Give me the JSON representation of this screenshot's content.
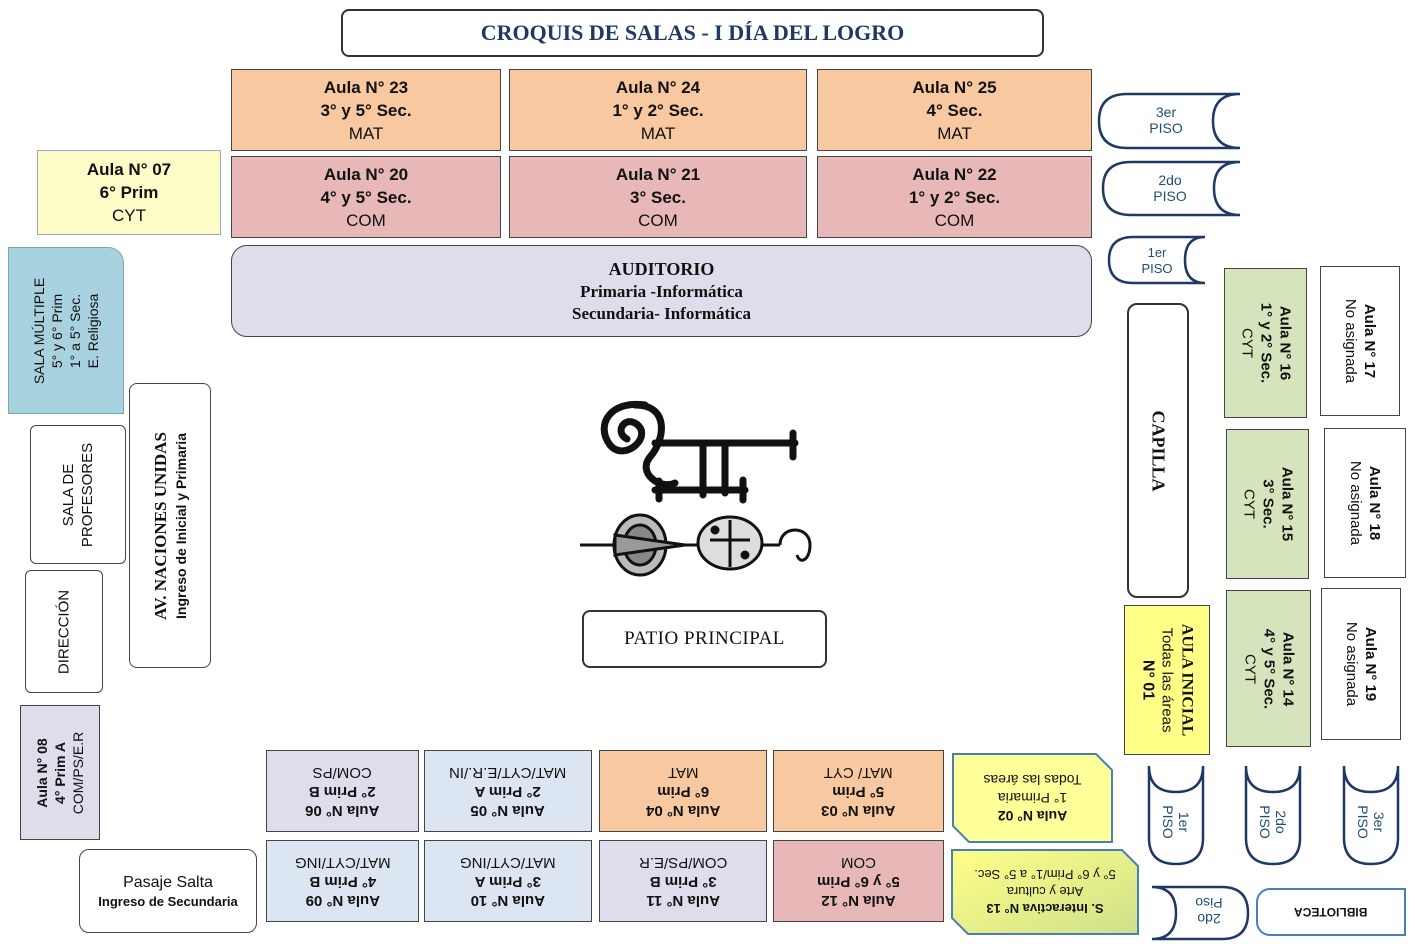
{
  "title": "CROQUIS DE SALAS - I DÍA DEL LOGRO",
  "top_rooms": [
    {
      "name": "Aula N° 23",
      "grade": "3° y 5° Sec.",
      "area": "MAT"
    },
    {
      "name": "Aula N° 24",
      "grade": "1° y 2° Sec.",
      "area": "MAT"
    },
    {
      "name": "Aula N° 25",
      "grade": "4° Sec.",
      "area": "MAT"
    },
    {
      "name": "Aula N° 20",
      "grade": "4° y 5° Sec.",
      "area": "COM"
    },
    {
      "name": "Aula N° 21",
      "grade": "3° Sec.",
      "area": "COM"
    },
    {
      "name": "Aula N° 22",
      "grade": "1° y 2° Sec.",
      "area": "COM"
    }
  ],
  "aula07": {
    "name": "Aula N° 07",
    "grade": "6° Prim",
    "area": "CYT"
  },
  "auditorio": {
    "title": "AUDITORIO",
    "line1": "Primaria -Informática",
    "line2": "Secundaria- Informática"
  },
  "floors_top": [
    {
      "a": "3er",
      "b": "PISO"
    },
    {
      "a": "2do",
      "b": "PISO"
    },
    {
      "a": "1er",
      "b": "PISO"
    }
  ],
  "sala_multiple": {
    "l1": "SALA MÚLTIPLE",
    "l2": "5° y 6° Prim",
    "l3": "1° a 5° Sec.",
    "l4": "E. Religiosa"
  },
  "sala_profesores": {
    "l1": "SALA DE",
    "l2": "PROFESORES"
  },
  "direccion": "DIRECCIÓN",
  "av_naciones": {
    "title": "AV. NACIONES UNIDAS",
    "sub": "Ingreso de Inicial y Primaria"
  },
  "aula08": {
    "name": "Aula N° 08",
    "grade": "4° Prim A",
    "area": "COM/PS/E.R"
  },
  "capilla": "CAPILLA",
  "patio": "PATIO PRINCIPAL",
  "right_rooms": [
    {
      "name": "Aula N° 16",
      "grade": "1° y 2° Sec.",
      "area": "CYT"
    },
    {
      "name": "Aula N° 17",
      "status": "No asignada"
    },
    {
      "name": "Aula N° 15",
      "grade": "3° Sec.",
      "area": "CYT"
    },
    {
      "name": "Aula N° 18",
      "status": "No asignada"
    },
    {
      "name": "Aula N° 14",
      "grade": "4° y 5° Sec.",
      "area": "CYT"
    },
    {
      "name": "Aula N° 19",
      "status": "No asignada"
    }
  ],
  "aula_inicial": {
    "title": "AULA INICIAL",
    "areas": "Todas las áreas",
    "num": "N° 01"
  },
  "bottom_rooms_row1": [
    {
      "name": "Aula  N° 06",
      "grade": "2° Prim B",
      "area": "COM/PS"
    },
    {
      "name": "Aula  N° 05",
      "grade": "2° Prim A",
      "area": "MAT/CYT/E.R./IN"
    },
    {
      "name": "Aula N° 04",
      "grade": "6° Prim",
      "area": "MAT"
    },
    {
      "name": "Aula N° 03",
      "grade": "5° Prim",
      "area": "MAT/ CYT"
    }
  ],
  "bottom_rooms_row2": [
    {
      "name": "Aula N° 09",
      "grade": "4° Prim B",
      "area": "MAT/CYT/ING"
    },
    {
      "name": "Aula N° 10",
      "grade": "3° Prim A",
      "area": "MAT/CYT/ING"
    },
    {
      "name": "Aula N° 11",
      "grade": "3° Prim B",
      "area": "COM/PS/E.R"
    },
    {
      "name": "Aula  N° 12",
      "grade": "5° y 6° Prim",
      "area": "COM"
    }
  ],
  "aula02": {
    "name": "Aula N° 02",
    "grade": "1° Primaria",
    "area": "Todas las áreas"
  },
  "interactiva": {
    "l1": "S. Interactiva N° 13",
    "l2": "Arte y cultura",
    "l3": "5° y 6° Prim/1° a 5° Sec."
  },
  "pasaje_salta": {
    "title": "Pasaje Salta",
    "sub": "Ingreso de Secundaria"
  },
  "floors_bottom": [
    {
      "a": "1er",
      "b": "PISO"
    },
    {
      "a": "2do",
      "b": "PISO"
    },
    {
      "a": "3er",
      "b": "PISO"
    }
  ],
  "floor_2do_bottom": {
    "a": "2do",
    "b": "Piso"
  },
  "biblioteca": "BIBLIOTECA"
}
